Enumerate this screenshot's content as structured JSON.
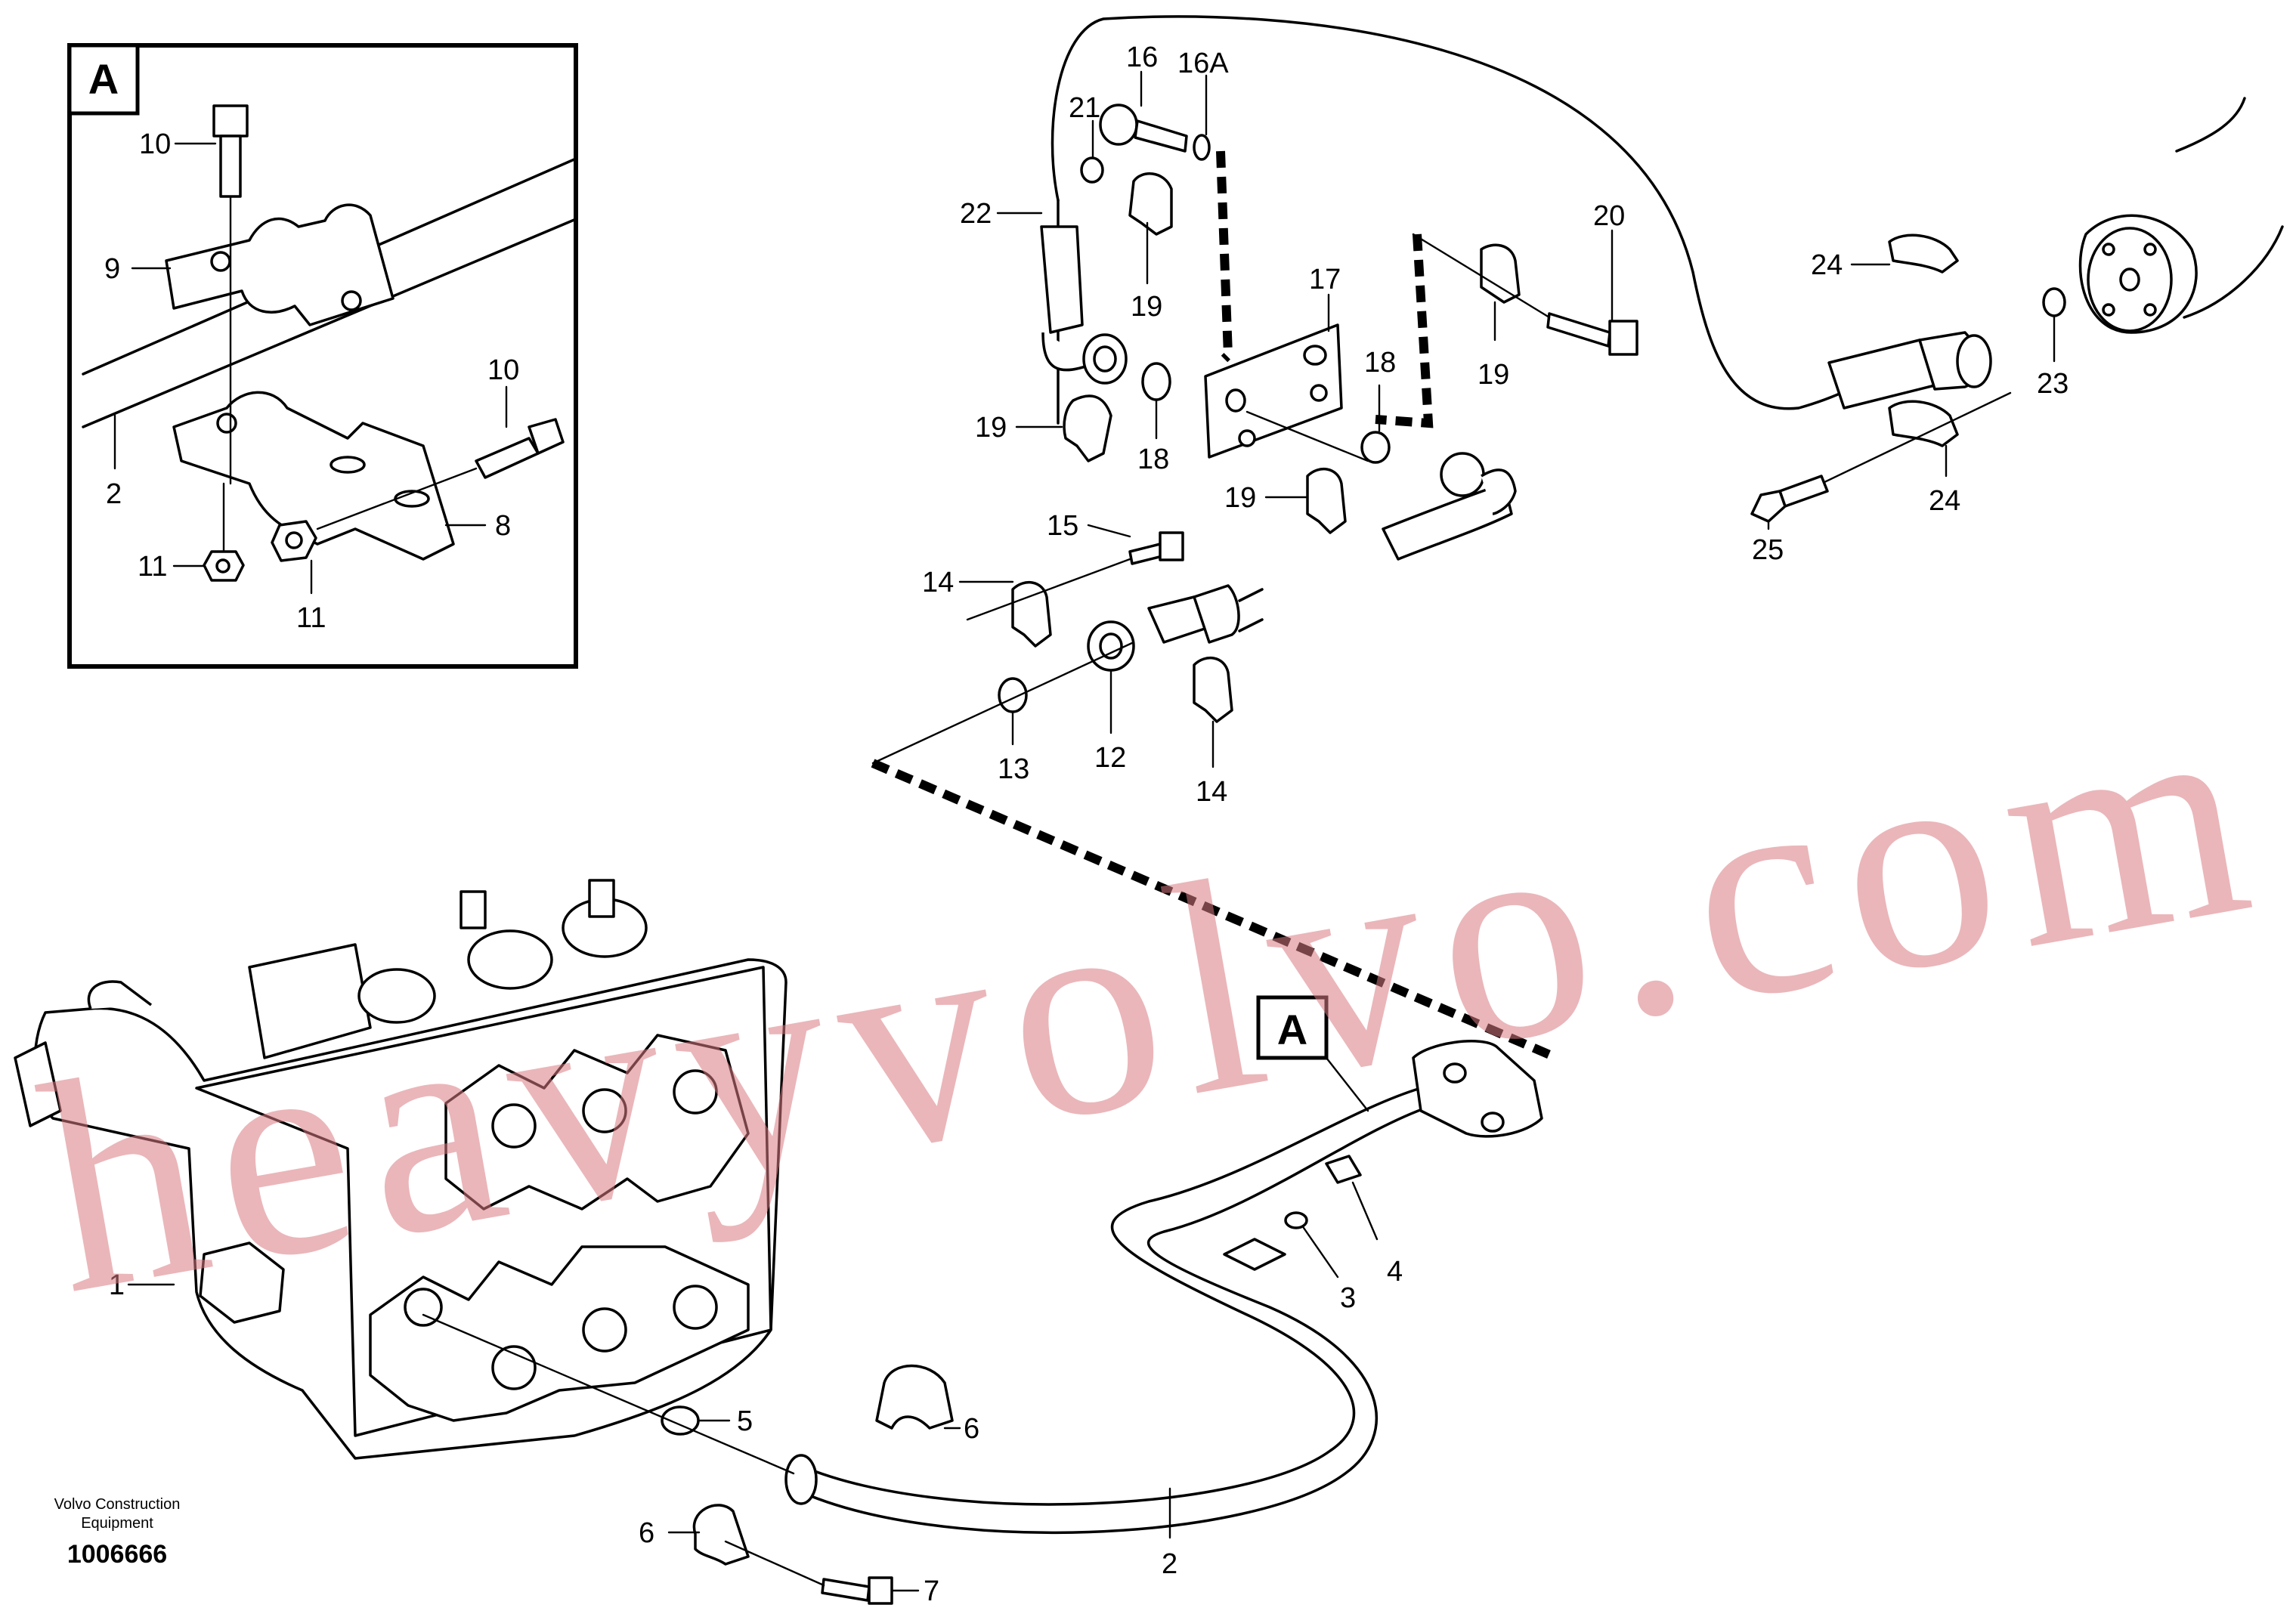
{
  "inset": {
    "label": "A"
  },
  "detail_marker": {
    "label": "A"
  },
  "watermark": {
    "text": "heavyvolvo.com"
  },
  "footer": {
    "maker_line1": "Volvo Construction",
    "maker_line2": "Equipment",
    "drawing_number": "1006666"
  },
  "callouts": {
    "c1": "1",
    "c2": "2",
    "c2a": "2",
    "c3": "3",
    "c4": "4",
    "c5": "5",
    "c6a": "6",
    "c6b": "6",
    "c7": "7",
    "c8": "8",
    "c9": "9",
    "c10a": "10",
    "c10b": "10",
    "c11a": "11",
    "c11b": "11",
    "c12": "12",
    "c13": "13",
    "c14a": "14",
    "c14b": "14",
    "c15": "15",
    "c16": "16",
    "c16a": "16A",
    "c17": "17",
    "c18a": "18",
    "c18b": "18",
    "c19a": "19",
    "c19b": "19",
    "c19c": "19",
    "c19d": "19",
    "c20": "20",
    "c21": "21",
    "c22": "22",
    "c23": "23",
    "c24a": "24",
    "c24b": "24",
    "c25": "25"
  }
}
